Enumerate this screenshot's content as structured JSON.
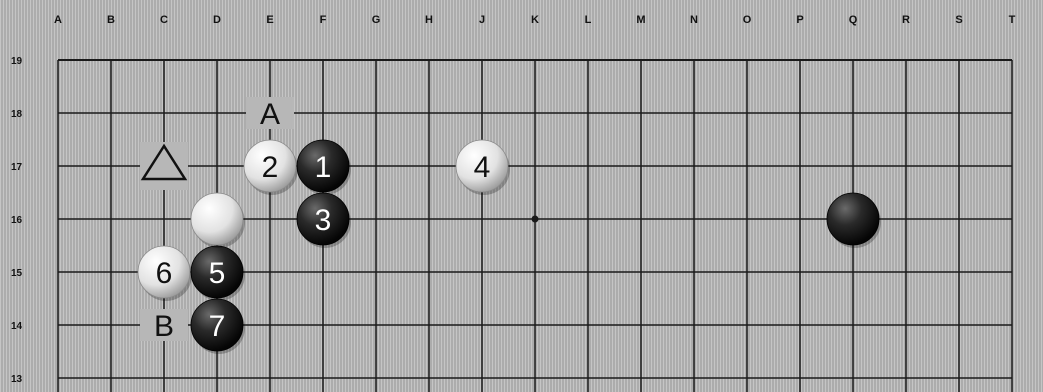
{
  "board": {
    "size": 19,
    "columns": [
      "A",
      "B",
      "C",
      "D",
      "E",
      "F",
      "G",
      "H",
      "J",
      "K",
      "L",
      "M",
      "N",
      "O",
      "P",
      "Q",
      "R",
      "S",
      "T"
    ],
    "visible_rows": [
      19,
      18,
      17,
      16,
      15,
      14,
      13
    ],
    "star_points": [
      {
        "col": "K",
        "row": 16
      }
    ]
  },
  "stones": [
    {
      "col": "F",
      "row": 17,
      "color": "black",
      "number": "1"
    },
    {
      "col": "E",
      "row": 17,
      "color": "white",
      "number": "2"
    },
    {
      "col": "F",
      "row": 16,
      "color": "black",
      "number": "3"
    },
    {
      "col": "J",
      "row": 17,
      "color": "white",
      "number": "4"
    },
    {
      "col": "D",
      "row": 15,
      "color": "black",
      "number": "5"
    },
    {
      "col": "C",
      "row": 15,
      "color": "white",
      "number": "6"
    },
    {
      "col": "D",
      "row": 14,
      "color": "black",
      "number": "7"
    },
    {
      "col": "D",
      "row": 16,
      "color": "white",
      "number": ""
    },
    {
      "col": "Q",
      "row": 16,
      "color": "black",
      "number": ""
    }
  ],
  "markers": [
    {
      "col": "C",
      "row": 17,
      "type": "triangle",
      "label": ""
    },
    {
      "col": "E",
      "row": 18,
      "type": "letter",
      "label": "A"
    },
    {
      "col": "C",
      "row": 14,
      "type": "letter",
      "label": "B"
    }
  ],
  "colors": {
    "board": "#b7b7b7",
    "line": "#1a1a1a",
    "black_stone": "#1c1c1c",
    "white_stone": "#e6e6e6"
  }
}
